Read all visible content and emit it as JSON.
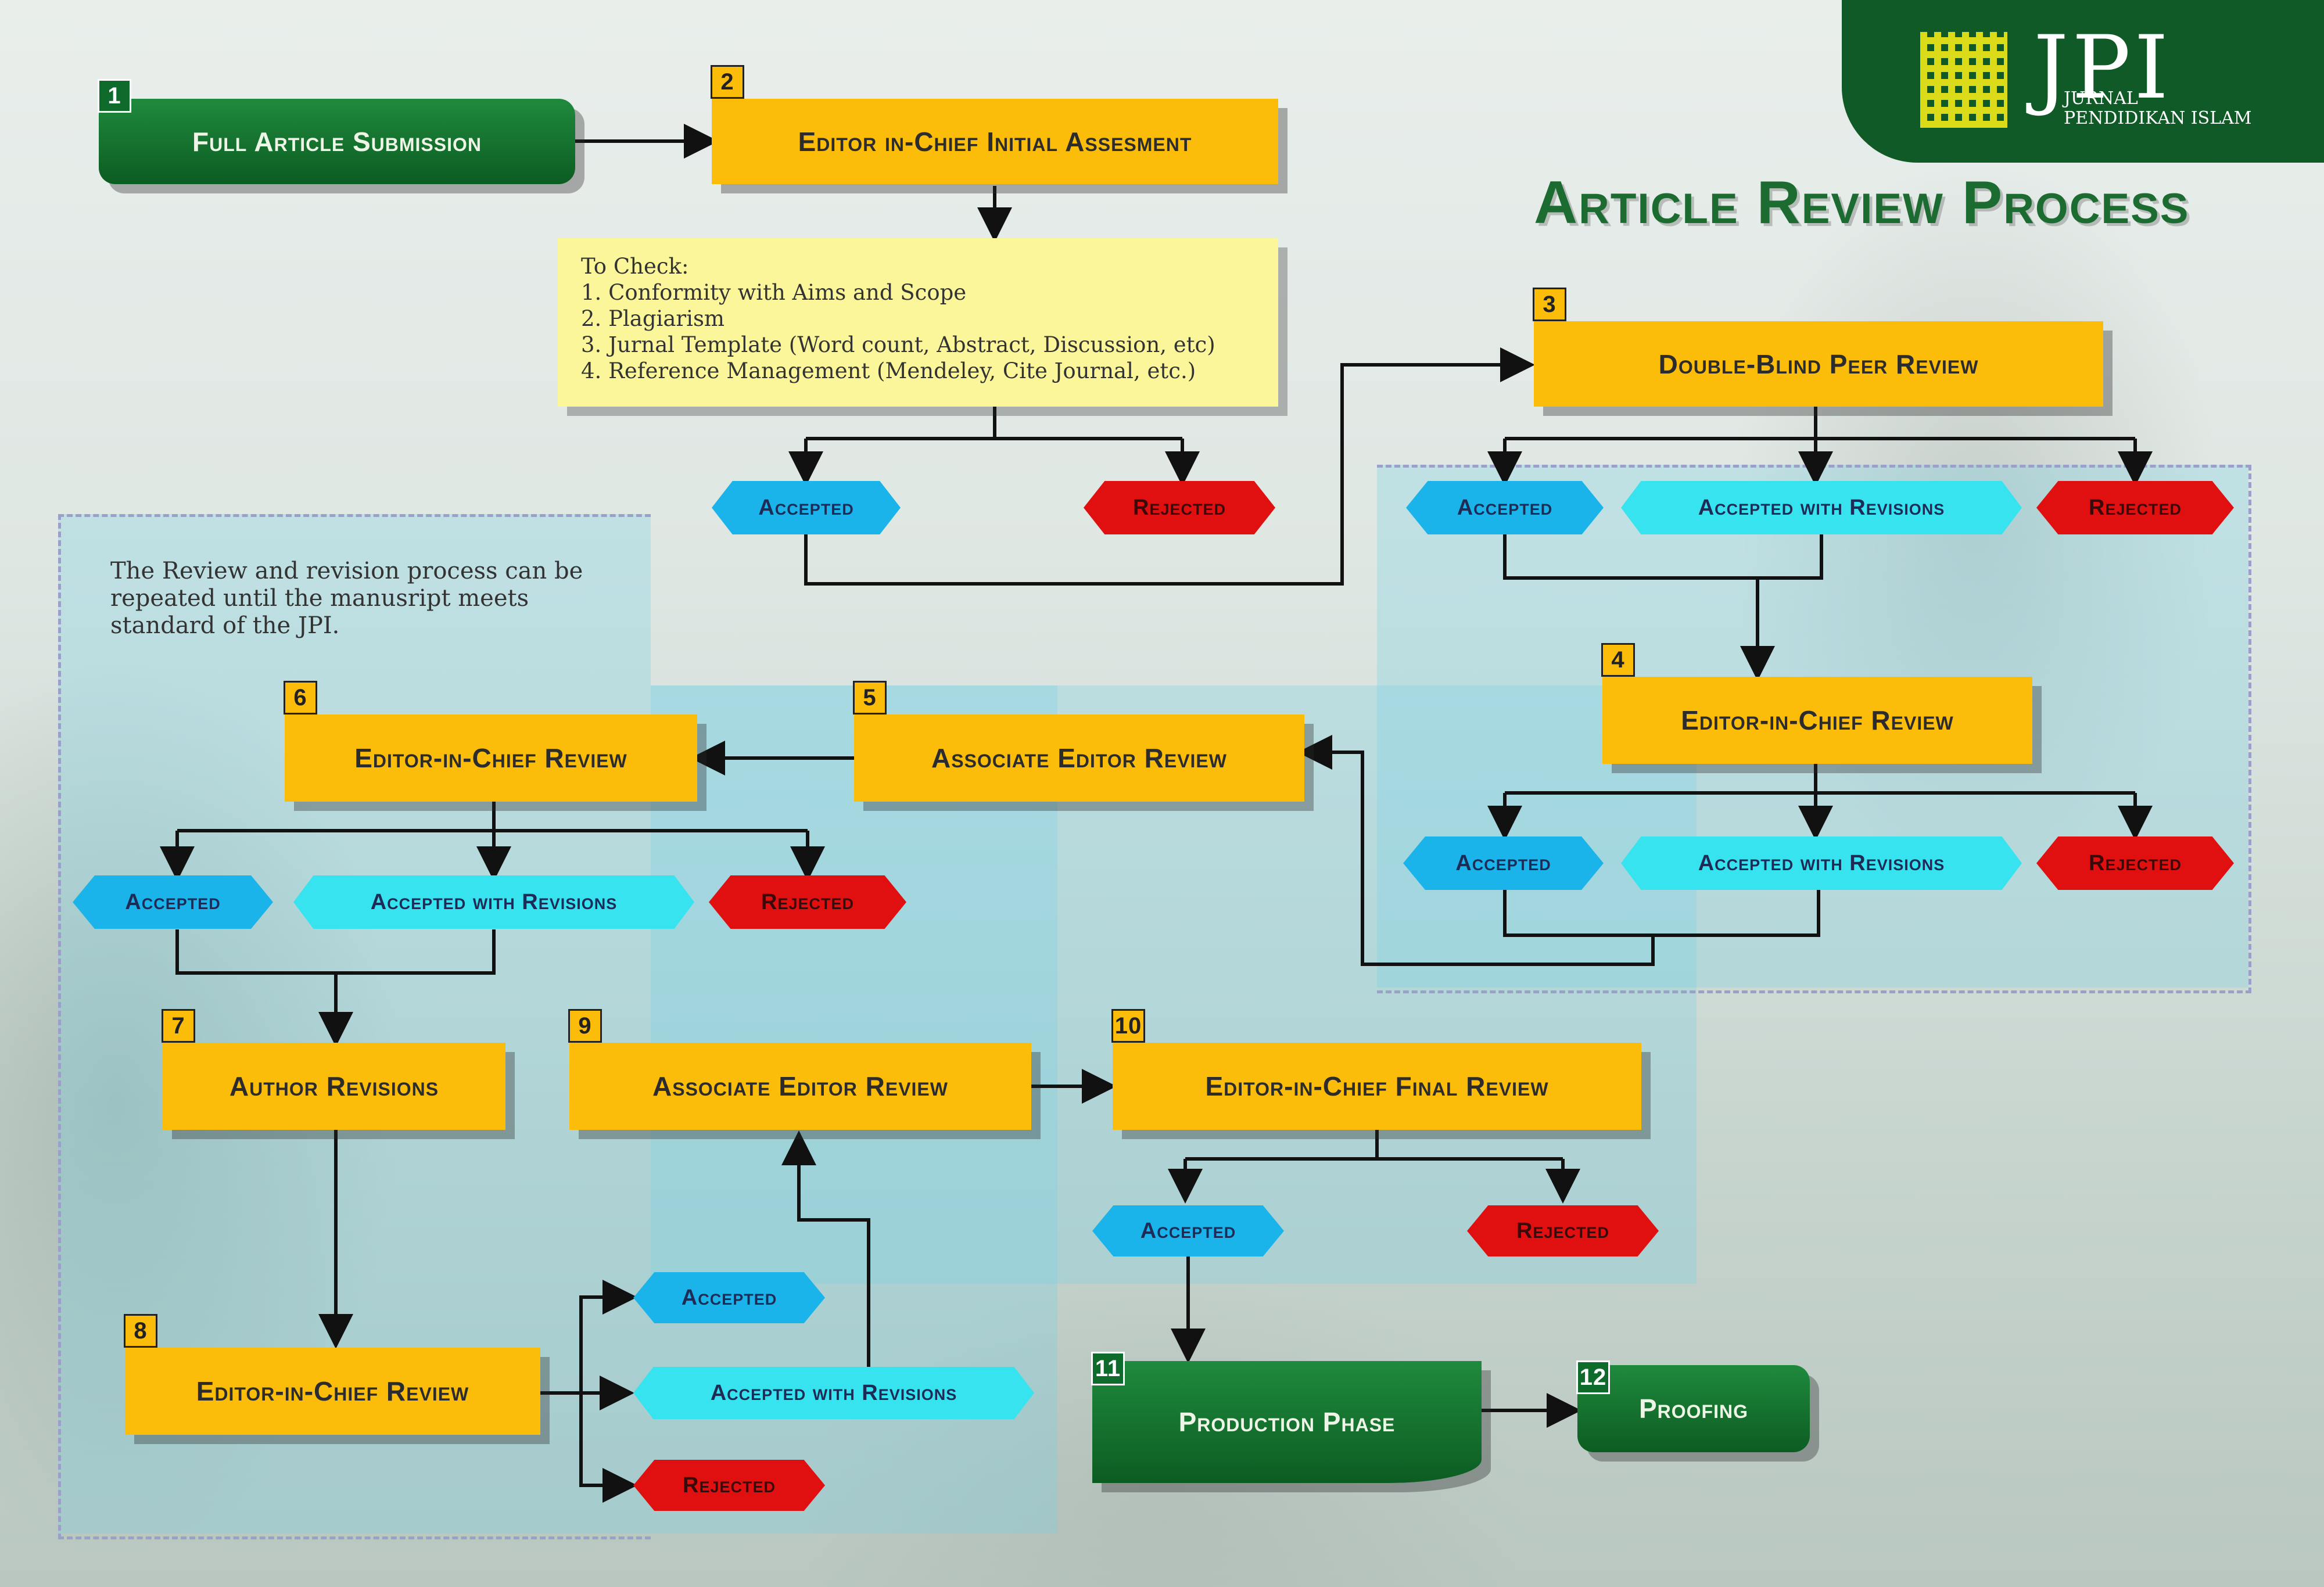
{
  "brand": {
    "name": "JPI",
    "sub1": "Jurnal",
    "sub2": "Pendidikan Islam"
  },
  "title": "Article Review Process",
  "note": {
    "lines": [
      "To Check:",
      "1. Conformity with Aims and Scope",
      "2. Plagiarism",
      "3. Jurnal Template (Word count, Abstract, Discussion, etc)",
      "4. Reference Management (Mendeley, Cite Journal, etc.)"
    ]
  },
  "repeat_note": [
    "The Review and revision process can be",
    "repeated until the manusript meets",
    "standard of the JPI."
  ],
  "steps": [
    {
      "num": "1",
      "label": "Full Article Submission"
    },
    {
      "num": "2",
      "label": "Editor in-Chief Initial Assesment"
    },
    {
      "num": "3",
      "label": "Double-Blind Peer Review"
    },
    {
      "num": "4",
      "label": "Editor-in-Chief Review"
    },
    {
      "num": "5",
      "label": "Associate Editor Review"
    },
    {
      "num": "6",
      "label": "Editor-in-Chief Review"
    },
    {
      "num": "7",
      "label": "Author Revisions"
    },
    {
      "num": "8",
      "label": "Editor-in-Chief Review"
    },
    {
      "num": "9",
      "label": "Associate Editor Review"
    },
    {
      "num": "10",
      "label": "Editor-in-Chief Final Review"
    },
    {
      "num": "11",
      "label": "Production Phase"
    },
    {
      "num": "12",
      "label": "Proofing"
    }
  ],
  "outcomes": {
    "accepted": "Accepted",
    "accepted_rev": "Accepted with Revisions",
    "rejected": "Rejected"
  },
  "colors": {
    "step": "#fbbc0a",
    "green": "#0f6b2c",
    "accepted": "#1ab4ea",
    "accepted_rev": "#38e3f0",
    "rejected": "#e11010",
    "note": "#fbf69a"
  }
}
